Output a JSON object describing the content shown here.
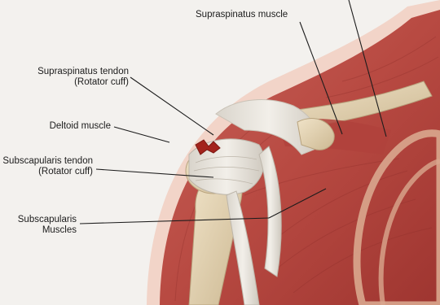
{
  "diagram": {
    "labels": {
      "supraspinatus_muscle": "Supraspinatus muscle",
      "supraspinatus_tendon_line1": "Supraspinatus tendon",
      "supraspinatus_tendon_line2": "(Rotator cuff)",
      "deltoid_muscle": "Deltoid muscle",
      "subscapularis_tendon_line1": "Subscapularis tendon",
      "subscapularis_tendon_line2": "(Rotator cuff)",
      "subscapularis_muscles_line1": "Subscapularis",
      "subscapularis_muscles_line2": "Muscles"
    },
    "colors": {
      "background": "#f3f1ee",
      "skin": "#f2d4c8",
      "muscle": "#b84a42",
      "muscle_dark": "#8e2e2a",
      "tendon": "#e6e2da",
      "bone": "#e6d6b8",
      "tear": "#a3231c",
      "leader_line": "#1c1c1c"
    }
  }
}
